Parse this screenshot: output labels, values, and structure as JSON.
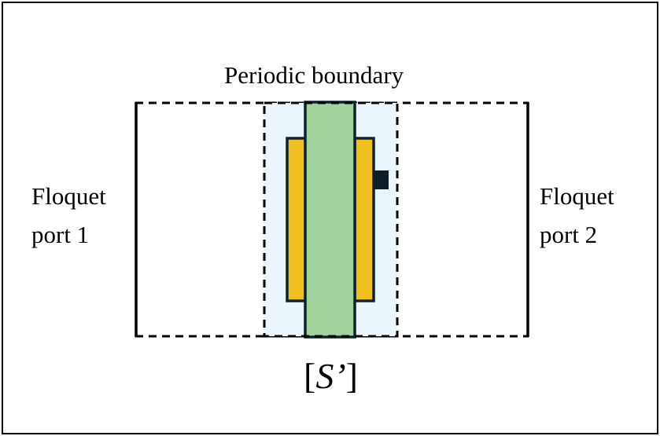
{
  "labels": {
    "periodic_boundary": "Periodic boundary",
    "port1_line1": "Floquet",
    "port1_line2": "port 1",
    "port2_line1": "Floquet",
    "port2_line2": "port 2",
    "s_matrix_open": "[",
    "s_matrix_symbol": "S’",
    "s_matrix_close": "]"
  },
  "colors": {
    "substrate": "#a3d39c",
    "metal": "#f0c020",
    "air_box": "#eaf6fc",
    "outline": "#0d2230",
    "line": "#000000"
  }
}
